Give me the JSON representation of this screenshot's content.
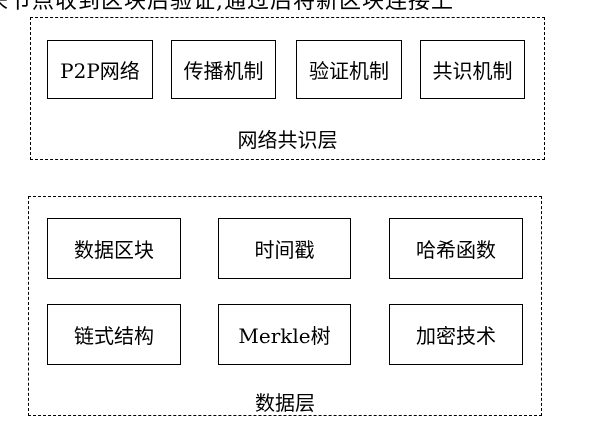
{
  "header": {
    "text": "来节点收到区块后验证,通过后将新区块连接上"
  },
  "network_layer": {
    "label": "网络共识层",
    "boxes": [
      "P2P网络",
      "传播机制",
      "验证机制",
      "共识机制"
    ]
  },
  "data_layer": {
    "label": "数据层",
    "boxes": [
      "数据区块",
      "时间戳",
      "哈希函数",
      "链式结构",
      "Merkle树",
      "加密技术"
    ]
  }
}
